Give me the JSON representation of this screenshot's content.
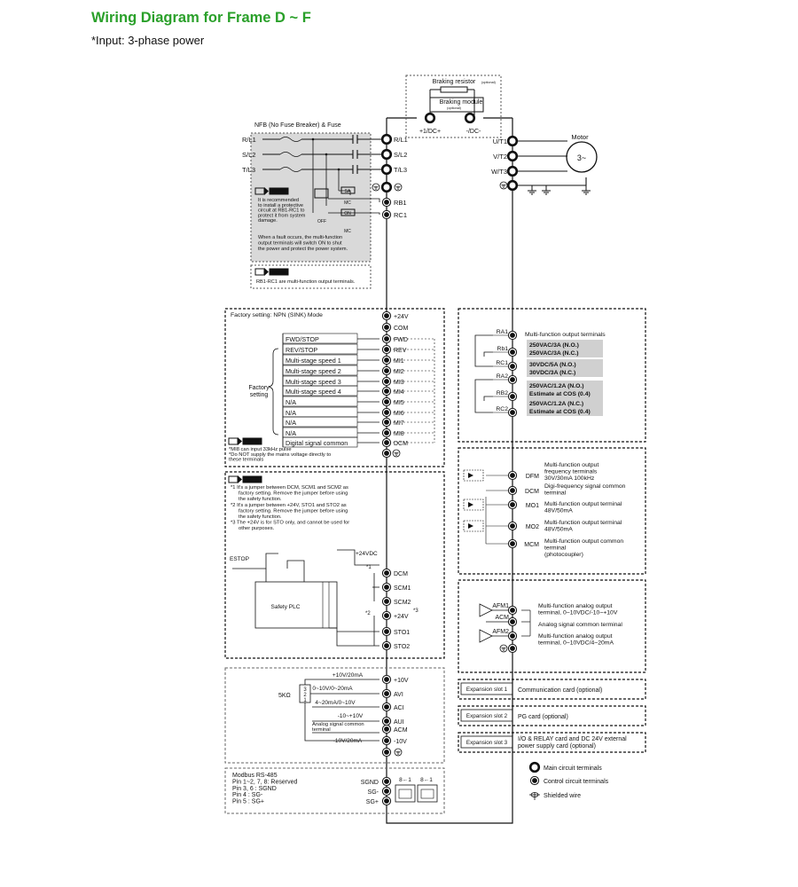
{
  "title": "Wiring Diagram for Frame D ~ F",
  "subtitle": "*Input: 3-phase power",
  "braking": {
    "resistor": "Braking resistor",
    "resistor_opt": "(optional)",
    "module": "Braking module",
    "module_opt": "(optional)",
    "dc_pos": "+1/DC+",
    "dc_neg": "-/DC-"
  },
  "nfb_label": "NFB (No Fuse Breaker) & Fuse",
  "input_phases": [
    "R/L1",
    "S/L2",
    "T/L3"
  ],
  "input_terminals": [
    "R/L1",
    "S/L2",
    "T/L3"
  ],
  "relay_terminals": [
    "RB1",
    "RC1"
  ],
  "motor": {
    "label": "Motor",
    "symbol": "3~"
  },
  "output_terminals": [
    "U/T1",
    "V/T2",
    "W/T3"
  ],
  "note_badge": "NOTE",
  "fuse_note": [
    "It is recommended",
    "to install a protective",
    "circuit at RB1-RC1 to",
    "protect it from system",
    "damage.",
    "When a fault occurs, the multi-function",
    "output terminals will switch ON to shut",
    "the power and protect the power system."
  ],
  "sa_label": "SA",
  "mc_label": "MC",
  "on_label": "ON",
  "off_label": "OFF",
  "rb_note": "RB1-RC1 are multi-function output terminals.",
  "factory_setting": "Factory setting: NPN (SINK) Mode",
  "factory_side": [
    "Factory",
    "setting"
  ],
  "di_functions": [
    "FWD/STOP",
    "REV/STOP",
    "Multi-stage speed 1",
    "Multi-stage speed 2",
    "Multi-stage speed 3",
    "Multi-stage speed 4",
    "N/A",
    "N/A",
    "N/A",
    "N/A",
    "Digital signal common"
  ],
  "di_terminals": [
    "+24V",
    "COM",
    "FWD",
    "REV",
    "MI1",
    "MI2",
    "MI3",
    "MI4",
    "MI5",
    "MI6",
    "MI7",
    "MI8",
    "DCM"
  ],
  "di_notes": [
    "*MI8 can input 33kHz pulse",
    "*Do NOT supply the mains voltage directly to",
    "these terminals"
  ],
  "sto_notes": [
    "*1 It's a jumper between DCM, SCM1 and SCM2 as",
    "factory setting. Remove the jumper before using",
    "the safety function.",
    "*2 It's a jumper between +24V, STO1 and STO2 as",
    "factory setting. Remove the jumper before using",
    "the safety function.",
    "*3 The +24V is for STO only, and cannot be used for",
    "other purposes."
  ],
  "estop": "ESTOP",
  "safety_plc": "Safety PLC",
  "sto_supply": "+24VDC",
  "sto_marks": [
    "*1",
    "*2",
    "*3"
  ],
  "sto_terminals": [
    "DCM",
    "SCM1",
    "SCM2",
    "+24V",
    "STO1",
    "STO2"
  ],
  "analog_in": {
    "pot": "5KΩ",
    "pot_pins": [
      "3",
      "2",
      "1"
    ],
    "labels": [
      "+10V/20mA",
      "0~10V/0~20mA",
      "4~20mA/0~10V",
      "-10~+10V",
      "Analog signal common",
      "terminal",
      "-10V/20mA"
    ],
    "terminals": [
      "+10V",
      "AVI",
      "ACI",
      "AUI",
      "ACM",
      "-10V"
    ]
  },
  "modbus": {
    "lines": [
      "Modbus RS-485",
      "Pin 1~2, 7, 8: Reserved",
      "Pin 3, 6 : SGND",
      "Pin 4 : SG-",
      "Pin 5 : SG+"
    ],
    "terminals": [
      "SGND",
      "SG-",
      "SG+"
    ],
    "port_labels": [
      "8←1",
      "8←1"
    ]
  },
  "relay_out": {
    "title": "Multi-function output terminals",
    "terminals": [
      "RA1",
      "Rb1",
      "RC1",
      "RA2",
      "RB2",
      "RC2"
    ],
    "ratings": [
      [
        "250VAC/3A (N.O.)",
        "250VAC/3A (N.C.)"
      ],
      [
        "30VDC/5A (N.O.)",
        "30VDC/3A (N.C.)"
      ],
      [
        "250VAC/1.2A (N.O.)",
        "Estimate at COS (0.4)"
      ],
      [
        "250VAC/1.2A (N.C.)",
        "Estimate at COS (0.4)"
      ]
    ]
  },
  "digital_out": {
    "terminals": [
      "DFM",
      "DCM",
      "MO1",
      "MO2",
      "MCM"
    ],
    "descriptions": [
      [
        "Multi-function output",
        "frequency terminals",
        "30V/30mA 100kHz"
      ],
      [
        "Digi-frequency signal common",
        "terminal"
      ],
      [
        "Multi-function output terminal",
        "48V/50mA"
      ],
      [
        "Multi-function output terminal",
        "48V/50mA"
      ],
      [
        "Multi-function output common",
        "terminal",
        "(photocoupler)"
      ]
    ]
  },
  "analog_out": {
    "terminals": [
      "AFM1",
      "ACM",
      "AFM2"
    ],
    "descriptions": [
      [
        "Multi-function analog output",
        "terminal, 0~10VDC/-10~+10V"
      ],
      [
        "Analog signal common terminal"
      ],
      [
        "Multi-function analog output",
        "terminal, 0~10VDC/4~20mA"
      ]
    ]
  },
  "expansion": [
    {
      "slot": "Expansion slot 1",
      "card": [
        "Communication card (optional)"
      ]
    },
    {
      "slot": "Expansion slot 2",
      "card": [
        "PG card (optional)"
      ]
    },
    {
      "slot": "Expansion slot 3",
      "card": [
        "I/O & RELAY card and DC 24V external",
        "power supply card (optional)"
      ]
    }
  ],
  "legend": [
    "Main circuit terminals",
    "Control circuit terminals",
    "Shielded wire"
  ],
  "colors": {
    "title": "#2aa02a",
    "gray_box": "#d0d0d0",
    "line": "#111111"
  }
}
